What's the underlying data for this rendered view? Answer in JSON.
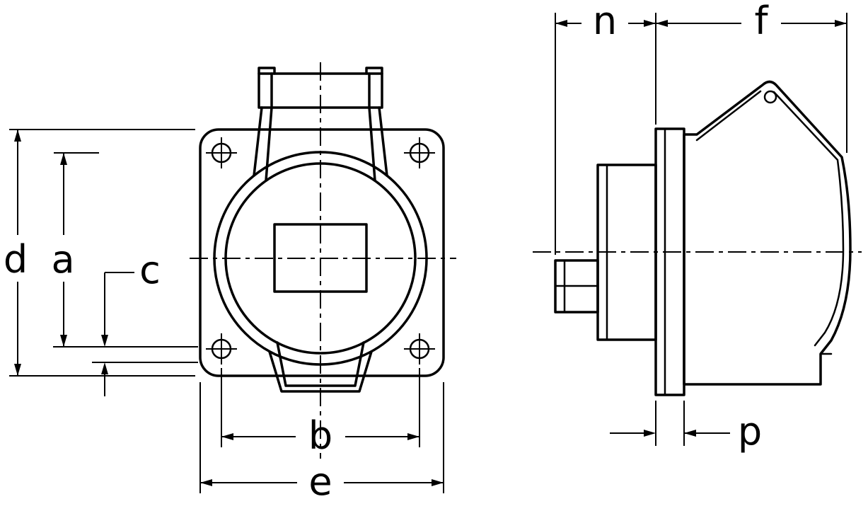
{
  "drawing": {
    "views": [
      {
        "id": "front-view",
        "dimension_labels": [
          "d",
          "a",
          "c",
          "b",
          "e"
        ]
      },
      {
        "id": "side-view",
        "dimension_labels": [
          "n",
          "f",
          "p"
        ]
      }
    ],
    "labels": {
      "d": "d",
      "a": "a",
      "c": "c",
      "b": "b",
      "e": "e",
      "n": "n",
      "f": "f",
      "p": "p"
    }
  },
  "colors": {
    "line_color": "#000000",
    "background": "#ffffff"
  }
}
